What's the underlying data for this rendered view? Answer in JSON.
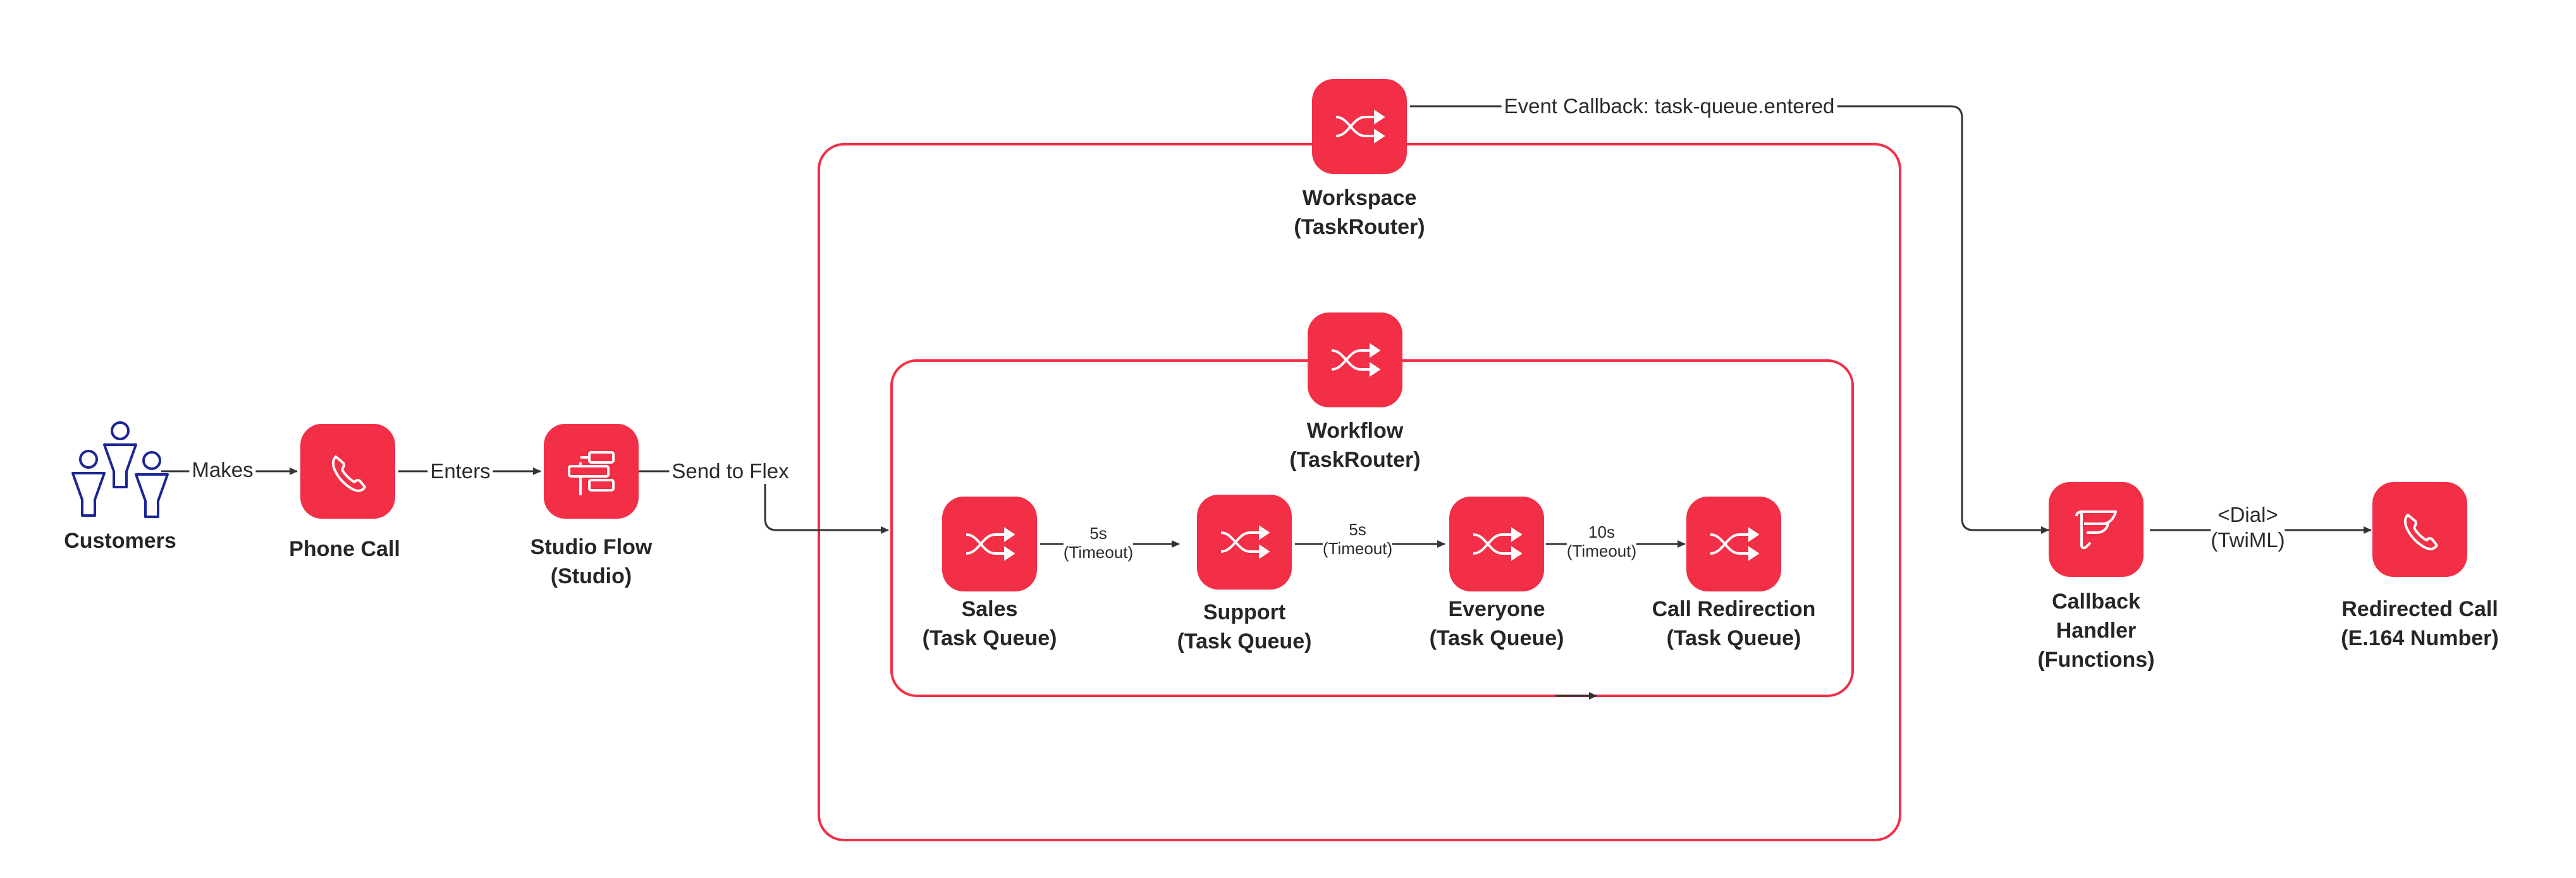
{
  "colors": {
    "accent": "#f22f46",
    "line": "#333333",
    "people": "#1c2594"
  },
  "nodes": {
    "customers": {
      "label": "Customers",
      "icon": "people-icon"
    },
    "phone_call": {
      "label": "Phone Call",
      "icon": "phone-icon"
    },
    "studio_flow": {
      "label": "Studio Flow",
      "sublabel": "(Studio)",
      "icon": "studio-flow-icon"
    },
    "workspace": {
      "label": "Workspace",
      "sublabel": "(TaskRouter)",
      "icon": "taskrouter-icon"
    },
    "workflow": {
      "label": "Workflow",
      "sublabel": "(TaskRouter)",
      "icon": "taskrouter-icon"
    },
    "sales": {
      "label": "Sales",
      "sublabel": "(Task Queue)",
      "icon": "taskrouter-icon"
    },
    "support": {
      "label": "Support",
      "sublabel": "(Task Queue)",
      "icon": "taskrouter-icon"
    },
    "everyone": {
      "label": "Everyone",
      "sublabel": "(Task Queue)",
      "icon": "taskrouter-icon"
    },
    "call_redirection": {
      "label": "Call Redirection",
      "sublabel": "(Task Queue)",
      "icon": "taskrouter-icon"
    },
    "callback_handler": {
      "label": "Callback",
      "label2": "Handler",
      "sublabel": "(Functions)",
      "icon": "functions-icon"
    },
    "redirected_call": {
      "label": "Redirected Call",
      "sublabel": "(E.164 Number)",
      "icon": "phone-icon"
    }
  },
  "edges": {
    "makes": "Makes",
    "enters": "Enters",
    "send_to_flex": "Send to Flex",
    "event_callback": "Event Callback: task-queue.entered",
    "timeout1": {
      "time": "5s",
      "note": "(Timeout)"
    },
    "timeout2": {
      "time": "5s",
      "note": "(Timeout)"
    },
    "timeout3": {
      "time": "10s",
      "note": "(Timeout)"
    },
    "dial": {
      "line1": "<Dial>",
      "line2": "(TwiML)"
    }
  }
}
